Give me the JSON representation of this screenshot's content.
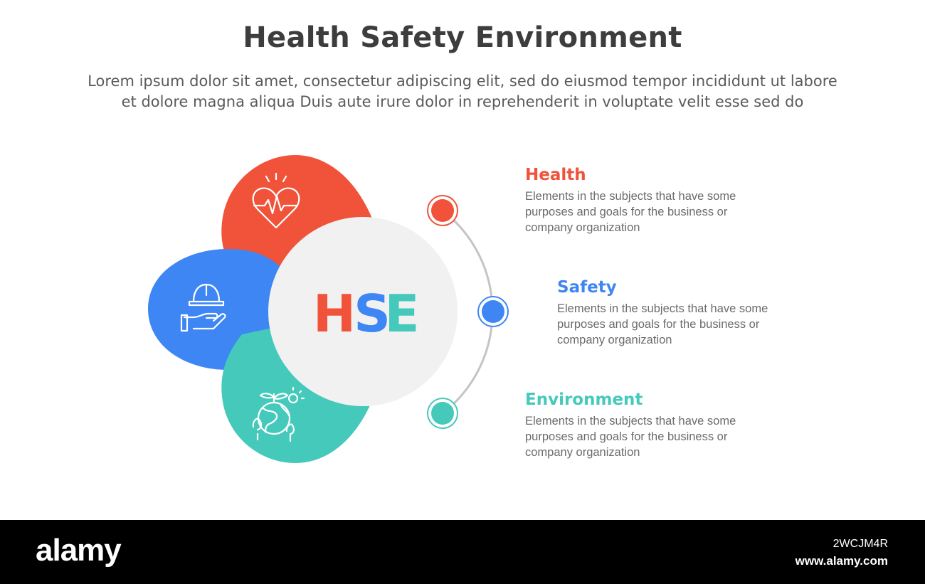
{
  "header": {
    "title": "Health Safety Environment",
    "subtitle_line1": "Lorem ipsum dolor sit amet, consectetur adipiscing elit, sed do eiusmod tempor incididunt ut labore",
    "subtitle_line2": "et dolore magna aliqua Duis aute irure dolor in reprehenderit in voluptate velit esse sed do"
  },
  "center": {
    "letters": [
      "H",
      "S",
      "E"
    ]
  },
  "items": [
    {
      "title": "Health",
      "description": "Elements in the subjects that have some purposes and goals for the business or company organization",
      "color": "#f0533a",
      "icon": "heart-pulse-icon"
    },
    {
      "title": "Safety",
      "description": "Elements in the subjects that have some purposes and goals for the business or company organization",
      "color": "#3d86f3",
      "icon": "helmet-hand-icon"
    },
    {
      "title": "Environment",
      "description": "Elements in the subjects that have some purposes and goals for the business or company organization",
      "color": "#45c9bb",
      "icon": "eco-globe-icon"
    }
  ],
  "colors": {
    "center_circle": "#f1f1f1",
    "connector": "#c4c4c4"
  },
  "footer": {
    "logo": "alamy",
    "image_id": "2WCJM4R",
    "site": "www.alamy.com"
  }
}
